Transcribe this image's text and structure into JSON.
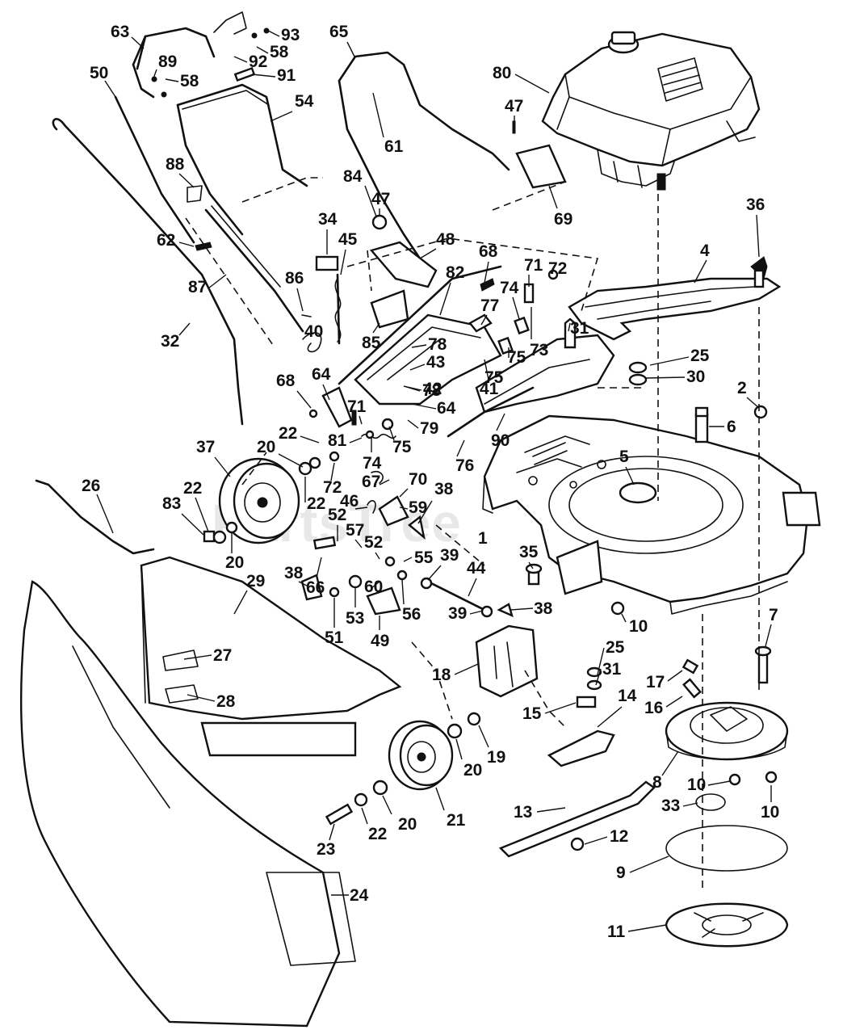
{
  "watermark": "PartsTree",
  "callouts": [
    {
      "id": "1",
      "text": "1"
    },
    {
      "id": "2",
      "text": "2"
    },
    {
      "id": "4",
      "text": "4"
    },
    {
      "id": "5",
      "text": "5"
    },
    {
      "id": "6",
      "text": "6"
    },
    {
      "id": "7",
      "text": "7"
    },
    {
      "id": "8",
      "text": "8"
    },
    {
      "id": "9",
      "text": "9"
    },
    {
      "id": "10a",
      "text": "10"
    },
    {
      "id": "10b",
      "text": "10"
    },
    {
      "id": "10c",
      "text": "10"
    },
    {
      "id": "11",
      "text": "11"
    },
    {
      "id": "12",
      "text": "12"
    },
    {
      "id": "13",
      "text": "13"
    },
    {
      "id": "14",
      "text": "14"
    },
    {
      "id": "15",
      "text": "15"
    },
    {
      "id": "16",
      "text": "16"
    },
    {
      "id": "17",
      "text": "17"
    },
    {
      "id": "18",
      "text": "18"
    },
    {
      "id": "19",
      "text": "19"
    },
    {
      "id": "20a",
      "text": "20"
    },
    {
      "id": "20b",
      "text": "20"
    },
    {
      "id": "20c",
      "text": "20"
    },
    {
      "id": "20d",
      "text": "20"
    },
    {
      "id": "21",
      "text": "21"
    },
    {
      "id": "22a",
      "text": "22"
    },
    {
      "id": "22b",
      "text": "22"
    },
    {
      "id": "22c",
      "text": "22"
    },
    {
      "id": "22d",
      "text": "22"
    },
    {
      "id": "23",
      "text": "23"
    },
    {
      "id": "24",
      "text": "24"
    },
    {
      "id": "25a",
      "text": "25"
    },
    {
      "id": "25b",
      "text": "25"
    },
    {
      "id": "26",
      "text": "26"
    },
    {
      "id": "27",
      "text": "27"
    },
    {
      "id": "28",
      "text": "28"
    },
    {
      "id": "29",
      "text": "29"
    },
    {
      "id": "30",
      "text": "30"
    },
    {
      "id": "31a",
      "text": "31"
    },
    {
      "id": "31b",
      "text": "31"
    },
    {
      "id": "32",
      "text": "32"
    },
    {
      "id": "33",
      "text": "33"
    },
    {
      "id": "34",
      "text": "34"
    },
    {
      "id": "35",
      "text": "35"
    },
    {
      "id": "36",
      "text": "36"
    },
    {
      "id": "37",
      "text": "37"
    },
    {
      "id": "38a",
      "text": "38"
    },
    {
      "id": "38b",
      "text": "38"
    },
    {
      "id": "38c",
      "text": "38"
    },
    {
      "id": "39a",
      "text": "39"
    },
    {
      "id": "39b",
      "text": "39"
    },
    {
      "id": "40",
      "text": "40"
    },
    {
      "id": "41",
      "text": "41"
    },
    {
      "id": "42",
      "text": "42"
    },
    {
      "id": "43",
      "text": "43"
    },
    {
      "id": "44",
      "text": "44"
    },
    {
      "id": "45",
      "text": "45"
    },
    {
      "id": "46",
      "text": "46"
    },
    {
      "id": "47a",
      "text": "47"
    },
    {
      "id": "47b",
      "text": "47"
    },
    {
      "id": "48",
      "text": "48"
    },
    {
      "id": "49",
      "text": "49"
    },
    {
      "id": "50",
      "text": "50"
    },
    {
      "id": "51",
      "text": "51"
    },
    {
      "id": "52a",
      "text": "52"
    },
    {
      "id": "52b",
      "text": "52"
    },
    {
      "id": "53",
      "text": "53"
    },
    {
      "id": "54",
      "text": "54"
    },
    {
      "id": "55",
      "text": "55"
    },
    {
      "id": "56",
      "text": "56"
    },
    {
      "id": "57",
      "text": "57"
    },
    {
      "id": "58a",
      "text": "58"
    },
    {
      "id": "58b",
      "text": "58"
    },
    {
      "id": "59",
      "text": "59"
    },
    {
      "id": "60",
      "text": "60"
    },
    {
      "id": "61",
      "text": "61"
    },
    {
      "id": "62",
      "text": "62"
    },
    {
      "id": "63",
      "text": "63"
    },
    {
      "id": "64a",
      "text": "64"
    },
    {
      "id": "64b",
      "text": "64"
    },
    {
      "id": "65",
      "text": "65"
    },
    {
      "id": "66",
      "text": "66"
    },
    {
      "id": "67",
      "text": "67"
    },
    {
      "id": "68a",
      "text": "68"
    },
    {
      "id": "68b",
      "text": "68"
    },
    {
      "id": "69",
      "text": "69"
    },
    {
      "id": "70",
      "text": "70"
    },
    {
      "id": "71a",
      "text": "71"
    },
    {
      "id": "71b",
      "text": "71"
    },
    {
      "id": "72a",
      "text": "72"
    },
    {
      "id": "72b",
      "text": "72"
    },
    {
      "id": "73",
      "text": "73"
    },
    {
      "id": "74a",
      "text": "74"
    },
    {
      "id": "74b",
      "text": "74"
    },
    {
      "id": "75a",
      "text": "75"
    },
    {
      "id": "75b",
      "text": "75"
    },
    {
      "id": "75c",
      "text": "75"
    },
    {
      "id": "76",
      "text": "76"
    },
    {
      "id": "77",
      "text": "77"
    },
    {
      "id": "78a",
      "text": "78"
    },
    {
      "id": "78b",
      "text": "78"
    },
    {
      "id": "79",
      "text": "79"
    },
    {
      "id": "80",
      "text": "80"
    },
    {
      "id": "81",
      "text": "81"
    },
    {
      "id": "82",
      "text": "82"
    },
    {
      "id": "83",
      "text": "83"
    },
    {
      "id": "84",
      "text": "84"
    },
    {
      "id": "85",
      "text": "85"
    },
    {
      "id": "86",
      "text": "86"
    },
    {
      "id": "87",
      "text": "87"
    },
    {
      "id": "88",
      "text": "88"
    },
    {
      "id": "89",
      "text": "89"
    },
    {
      "id": "90",
      "text": "90"
    },
    {
      "id": "91",
      "text": "91"
    },
    {
      "id": "92",
      "text": "92"
    },
    {
      "id": "93",
      "text": "93"
    }
  ]
}
